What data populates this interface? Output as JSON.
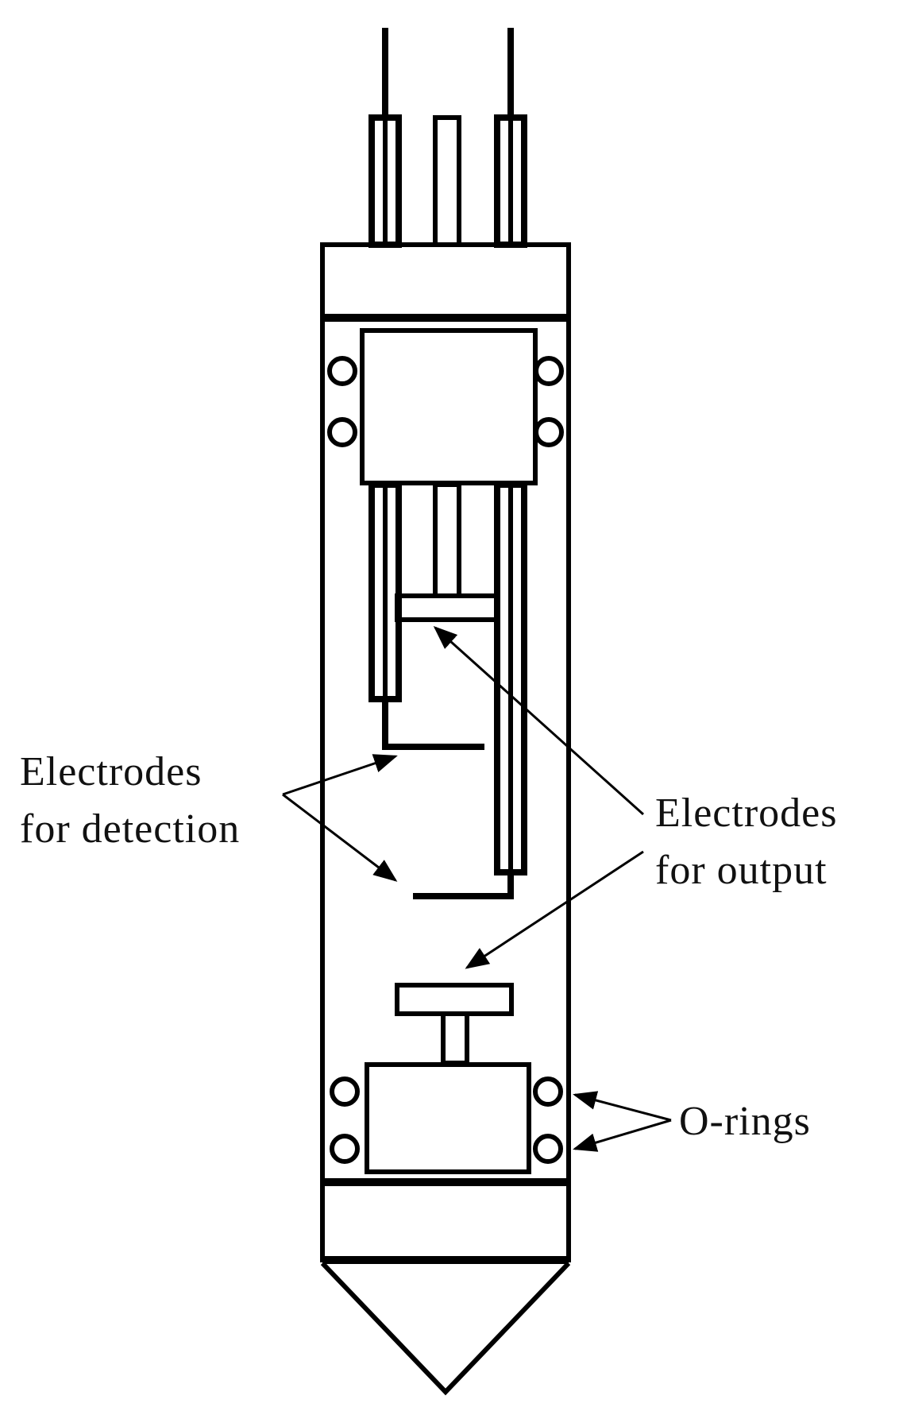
{
  "labels": {
    "detection_line1": "Electrodes",
    "detection_line2": "for detection",
    "output_line1": "Electrodes",
    "output_line2": "for output",
    "orings": "O-rings"
  },
  "colors": {
    "stroke": "#000000",
    "background": "#ffffff",
    "text": "#111111"
  }
}
